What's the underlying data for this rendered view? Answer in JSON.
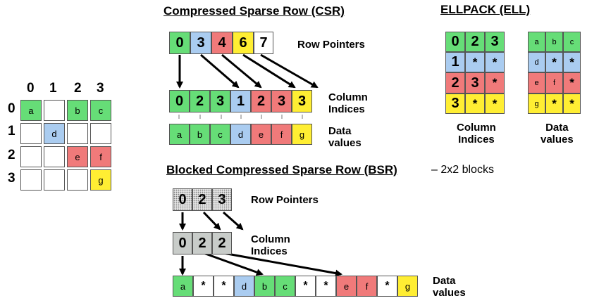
{
  "matrix": {
    "col_headers": [
      "0",
      "1",
      "2",
      "3"
    ],
    "row_headers": [
      "0",
      "1",
      "2",
      "3"
    ],
    "cells": [
      [
        "a",
        "",
        "b",
        "c"
      ],
      [
        "",
        "d",
        "",
        ""
      ],
      [
        "",
        "",
        "e",
        "f"
      ],
      [
        "",
        "",
        "",
        "g"
      ]
    ],
    "colors": [
      [
        "g",
        "w",
        "g",
        "g"
      ],
      [
        "w",
        "b",
        "w",
        "w"
      ],
      [
        "w",
        "w",
        "r",
        "r"
      ],
      [
        "w",
        "w",
        "w",
        "y"
      ]
    ]
  },
  "csr": {
    "title": "Compressed Sparse Row (CSR)",
    "row_pointers": [
      "0",
      "3",
      "4",
      "6",
      "7"
    ],
    "row_pointer_colors": [
      "g",
      "b",
      "r",
      "y",
      "w"
    ],
    "row_pointers_label": "Row Pointers",
    "column_indices": [
      "0",
      "2",
      "3",
      "1",
      "2",
      "3",
      "3"
    ],
    "column_colors": [
      "g",
      "g",
      "g",
      "b",
      "r",
      "r",
      "y"
    ],
    "column_indices_label": "Column\nIndices",
    "data_values": [
      "a",
      "b",
      "c",
      "d",
      "e",
      "f",
      "g"
    ],
    "data_values_label": "Data\nvalues"
  },
  "ell": {
    "title": "ELLPACK (ELL)",
    "column_indices": [
      [
        "0",
        "2",
        "3"
      ],
      [
        "1",
        "*",
        "*"
      ],
      [
        "2",
        "3",
        "*"
      ],
      [
        "3",
        "*",
        "*"
      ]
    ],
    "data": [
      [
        "a",
        "b",
        "c"
      ],
      [
        "d",
        "*",
        "*"
      ],
      [
        "e",
        "f",
        "*"
      ],
      [
        "g",
        "*",
        "*"
      ]
    ],
    "row_colors": [
      "g",
      "b",
      "r",
      "y"
    ],
    "column_indices_label": "Column\nIndices",
    "data_label": "Data\nvalues"
  },
  "bsr": {
    "title": "Blocked Compressed Sparse Row (BSR)",
    "subtitle": "– 2x2 blocks",
    "row_pointers": [
      "0",
      "2",
      "3"
    ],
    "row_pointers_label": "Row Pointers",
    "column_indices": [
      "0",
      "2",
      "2"
    ],
    "column_indices_label": "Column\nIndices",
    "data_values": [
      "a",
      "*",
      "*",
      "d",
      "b",
      "c",
      "*",
      "*",
      "e",
      "f",
      "*",
      "g"
    ],
    "data_colors": [
      "g",
      "w",
      "w",
      "b",
      "g",
      "g",
      "w",
      "w",
      "r",
      "r",
      "w",
      "y"
    ],
    "data_values_label": "Data\nvalues"
  }
}
